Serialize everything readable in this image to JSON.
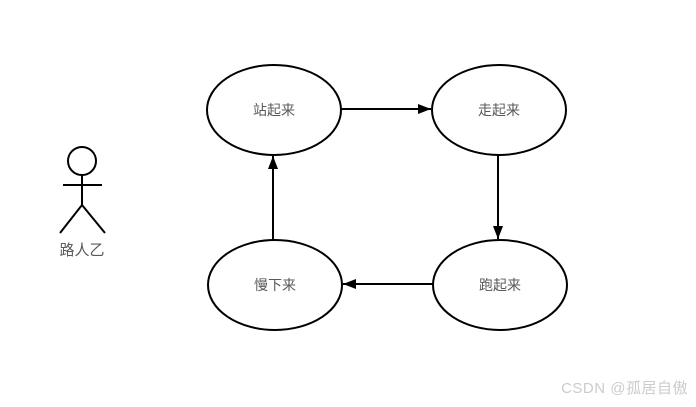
{
  "diagram": {
    "actor": {
      "label": "路人乙"
    },
    "states": [
      {
        "id": "stand",
        "label": "站起来"
      },
      {
        "id": "walk",
        "label": "走起来"
      },
      {
        "id": "run",
        "label": "跑起来"
      },
      {
        "id": "slow",
        "label": "慢下来"
      }
    ],
    "transitions": [
      {
        "from": "站起来",
        "to": "走起来"
      },
      {
        "from": "走起来",
        "to": "跑起来"
      },
      {
        "from": "跑起来",
        "to": "慢下来"
      },
      {
        "from": "慢下来",
        "to": "站起来"
      }
    ],
    "colors": {
      "shape_stroke": "#000000",
      "label_text": "#595959",
      "background": "#ffffff",
      "watermark_text": "#cccccc"
    }
  },
  "watermark": {
    "text": "CSDN @孤居自傲"
  }
}
